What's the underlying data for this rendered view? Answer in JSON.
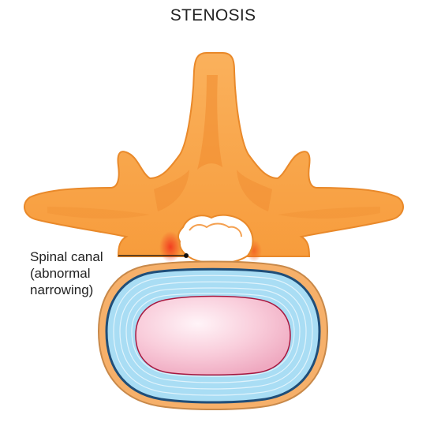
{
  "title": "STENOSIS",
  "label": {
    "line1": "Spinal canal",
    "line2": "(abnormal",
    "line3": "narrowing)"
  },
  "colors": {
    "bone_fill": "#F9A84A",
    "bone_outline": "#E9892A",
    "bone_shadow": "#F08A2E",
    "inflammation": "#F23A1E",
    "disc_ring_outer": "#C8894A",
    "disc_annulus": "#A9DDF4",
    "disc_annulus_edge": "#1F4E79",
    "disc_nucleus": "#F7C3D3",
    "canal_fill": "#FFFFFF",
    "leader_line": "#111111"
  },
  "icons": [
    "vertebra-illustration",
    "intervertebral-disc-illustration"
  ]
}
